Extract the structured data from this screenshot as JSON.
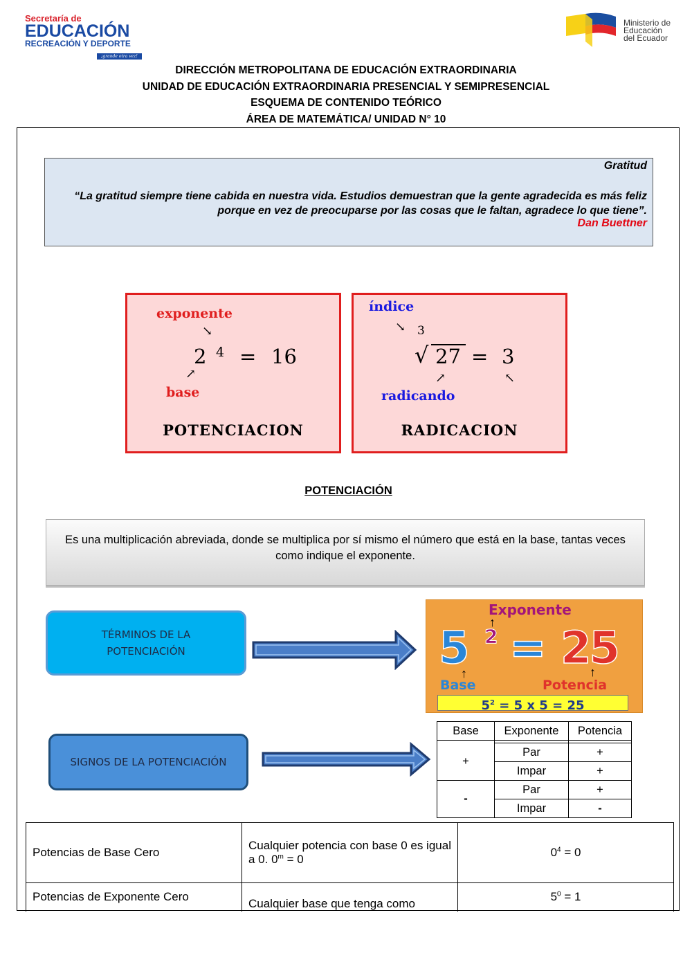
{
  "header": {
    "logo_left": {
      "line1": "Secretaría de",
      "line2": "EDUCACIÓN",
      "line3": "RECREACIÓN Y DEPORTE",
      "tagline": "¡grande otra vez!"
    },
    "logo_right": {
      "line1": "Ministerio de",
      "line2": "Educación",
      "line3": "del Ecuador"
    },
    "lines": [
      "DIRECCIÓN METROPOLITANA DE EDUCACIÓN EXTRAORDINARIA",
      "UNIDAD DE EDUCACIÓN EXTRAORDINARIA PRESENCIAL Y SEMIPRESENCIAL",
      "ESQUEMA DE CONTENIDO TEÓRICO",
      "ÁREA DE MATEMÁTICA/ UNIDAD N° 10"
    ]
  },
  "quote": {
    "title": "Gratitud",
    "text": "“La gratitud siempre tiene cabida en nuestra vida. Estudios demuestran que la gente agradecida es más feliz porque en vez de preocuparse por las cosas que le faltan, agradece lo que tiene”.",
    "author": "Dan Buettner"
  },
  "potenciacion_box": {
    "exponente_label": "exponente",
    "base_label": "base",
    "base": "2",
    "exponent": "4",
    "equals": "=",
    "result": "16",
    "title": "POTENCIACION"
  },
  "radicacion_box": {
    "indice_label": "índice",
    "index": "3",
    "radical_sign": "√",
    "radicand": "27",
    "equals": "=",
    "result": "3",
    "radicando_label": "radicando",
    "title": "RADICACION"
  },
  "section_title": "POTENCIACIÓN",
  "definition": "Es una multiplicación abreviada, donde se multiplica por sí mismo el número que está en la base, tantas veces como indique el exponente.",
  "terms_button": {
    "line1": "TÉRMINOS DE LA",
    "line2": "POTENCIACIÓN"
  },
  "signs_button": "SIGNOS DE LA POTENCIACIÓN",
  "example_image": {
    "exponent_label": "Exponente",
    "base": "5",
    "exponent": "2",
    "equals": "=",
    "result": "25",
    "base_label": "Base",
    "power_label": "Potencia",
    "expansion_base": "5",
    "expansion_exp": "2",
    "expansion_rest": "= 5 x 5 = 25"
  },
  "signs_table": {
    "headers": [
      "Base",
      "Exponente",
      "Potencia"
    ],
    "groups": [
      {
        "base": "+",
        "rows": [
          {
            "exponent": "Par",
            "result": "+"
          },
          {
            "exponent": "Impar",
            "result": "+"
          }
        ]
      },
      {
        "base": "-",
        "rows": [
          {
            "exponent": "Par",
            "result": "+"
          },
          {
            "exponent": "Impar",
            "result": "-"
          }
        ]
      }
    ]
  },
  "properties": [
    {
      "name": "Potencias de Base Cero",
      "desc_part1": "Cualquier potencia con base 0 es igual a 0. 0",
      "desc_sup": "m",
      "desc_part2": " = 0",
      "ex_base": "0",
      "ex_sup": "4",
      "ex_rest": " = 0"
    },
    {
      "name": "Potencias de Exponente Cero",
      "desc_part1": "Cualquier base que tenga como",
      "ex_base": "5",
      "ex_sup": "0",
      "ex_rest": " = 1"
    }
  ]
}
